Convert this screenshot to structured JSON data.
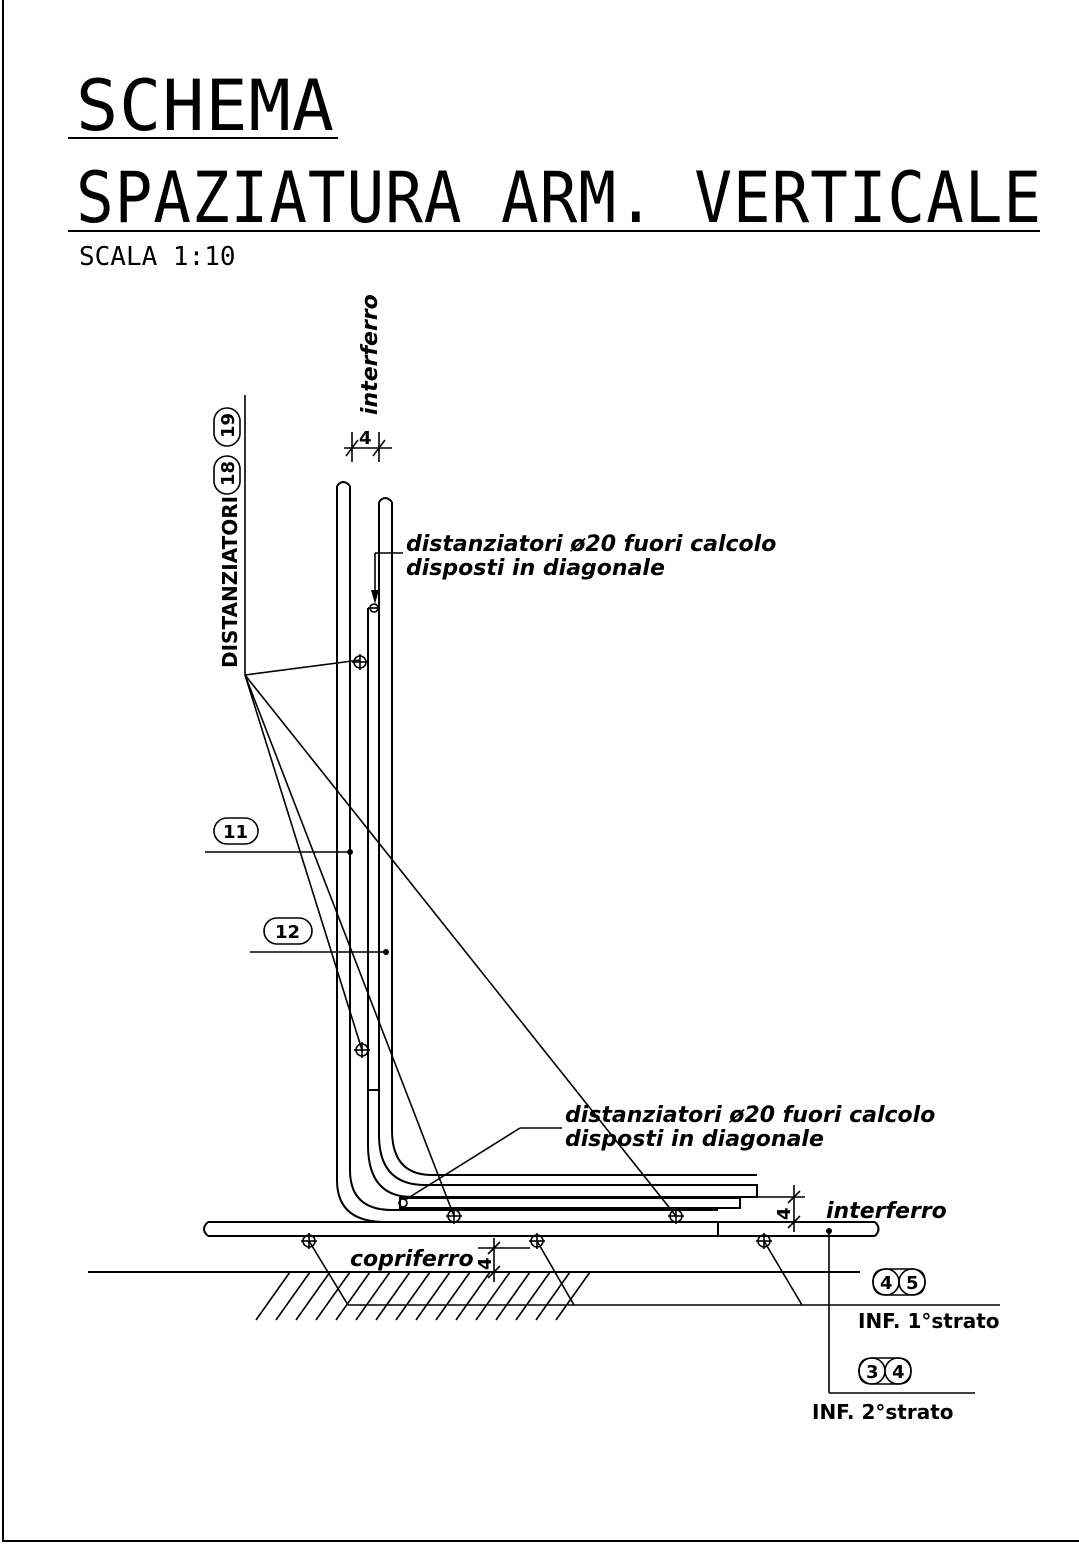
{
  "title": {
    "line1": "SCHEMA",
    "line2": "SPAZIATURA ARM. VERTICALE",
    "scale": "SCALA 1:10"
  },
  "labels": {
    "interferro_top": "interferro",
    "interferro_top_dim": "4",
    "distanziatori_vertical": "DISTANZIATORI",
    "mark_18": "18",
    "mark_19": "19",
    "note_top_line1": "distanziatori ø20 fuori calcolo",
    "note_top_line2": "disposti in diagonale",
    "mark_11": "11",
    "mark_12": "12",
    "note_bottom_line1": "distanziatori ø20 fuori calcolo",
    "note_bottom_line2": "disposti in diagonale",
    "interferro_right": "interferro",
    "interferro_right_dim": "4",
    "copriferro": "copriferro",
    "copriferro_dim": "4",
    "mark_4a": "4",
    "mark_5": "5",
    "layer1": "INF. 1°strato",
    "mark_3": "3",
    "mark_4b": "4",
    "layer2": "INF. 2°strato"
  }
}
